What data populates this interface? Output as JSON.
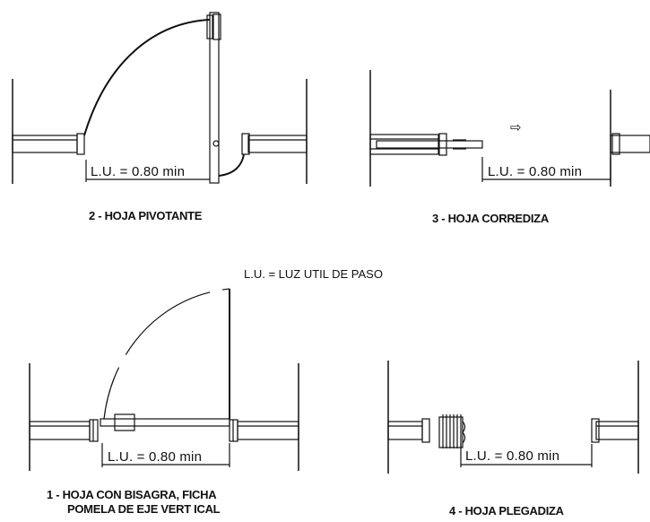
{
  "legend": "L.U. = LUZ UTIL DE PASO",
  "panels": {
    "pivot": {
      "caption": "2 - HOJA PIVOTANTE",
      "dimension": "L.U. = 0.80 min"
    },
    "sliding": {
      "caption": "3 - HOJA CORREDIZA",
      "dimension": "L.U. = 0.80 min",
      "arrow": "⇨"
    },
    "hinged": {
      "caption_line1": "1 - HOJA CON BISAGRA, FICHA",
      "caption_line2": "POMELA DE EJE VERT ICAL",
      "dimension": "L.U. = 0.80 min"
    },
    "folding": {
      "caption": "4 - HOJA PLEGADIZA",
      "dimension": "L.U. = 0.80 min"
    }
  }
}
